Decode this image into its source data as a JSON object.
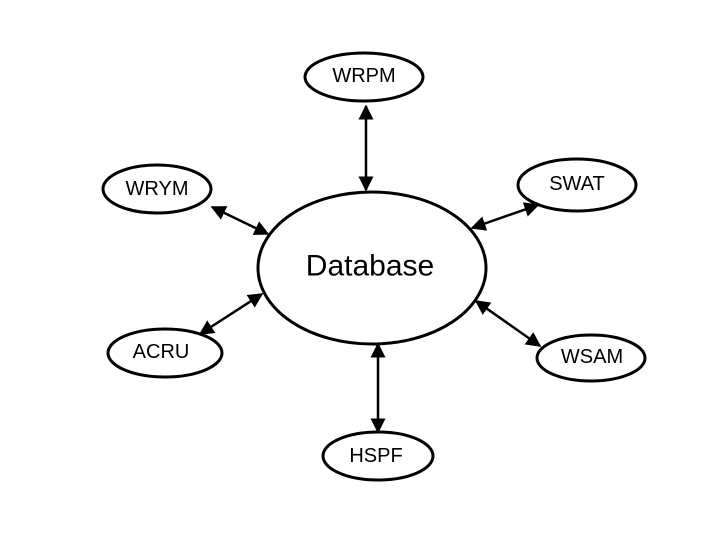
{
  "diagram": {
    "center": {
      "label": "Database"
    },
    "nodes": [
      {
        "id": "wrpm",
        "label": "WRPM"
      },
      {
        "id": "swat",
        "label": "SWAT"
      },
      {
        "id": "wrym",
        "label": "WRYM"
      },
      {
        "id": "acru",
        "label": "ACRU"
      },
      {
        "id": "wsam",
        "label": "WSAM"
      },
      {
        "id": "hspf",
        "label": "HSPF"
      }
    ],
    "edges": [
      {
        "from": "wrpm",
        "to": "database",
        "bidirectional": true
      },
      {
        "from": "swat",
        "to": "database",
        "bidirectional": true
      },
      {
        "from": "wrym",
        "to": "database",
        "bidirectional": true
      },
      {
        "from": "acru",
        "to": "database",
        "bidirectional": true
      },
      {
        "from": "wsam",
        "to": "database",
        "bidirectional": true
      },
      {
        "from": "hspf",
        "to": "database",
        "bidirectional": true
      }
    ],
    "colors": {
      "stroke": "#000000",
      "fill": "#ffffff"
    }
  }
}
